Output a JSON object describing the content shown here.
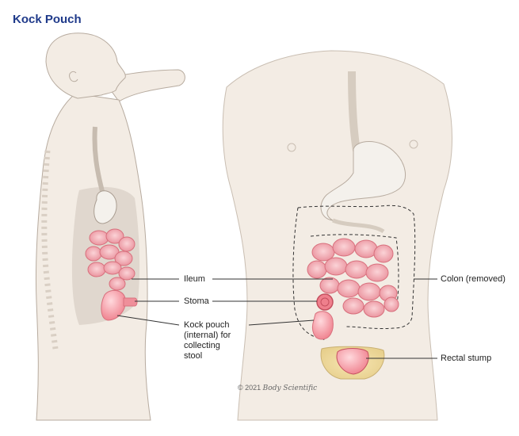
{
  "title": "Kock Pouch",
  "labels": {
    "ileum": "Ileum",
    "stoma": "Stoma",
    "kock_pouch": [
      "Kock pouch",
      "(internal) for",
      "collecting",
      "stool"
    ],
    "colon": "Colon (removed)",
    "rectal_stump": "Rectal stump"
  },
  "copyright": {
    "text": "© 2021",
    "brand": "Body Scientific"
  },
  "colors": {
    "title": "#1f3a8a",
    "skin": "#f3ece4",
    "skin_outline": "#b7ab9f",
    "intestine": "#f2a9b1",
    "intestine_dark": "#d8707d",
    "stomach": "#f4f1ec",
    "leader_line": "#333333"
  }
}
